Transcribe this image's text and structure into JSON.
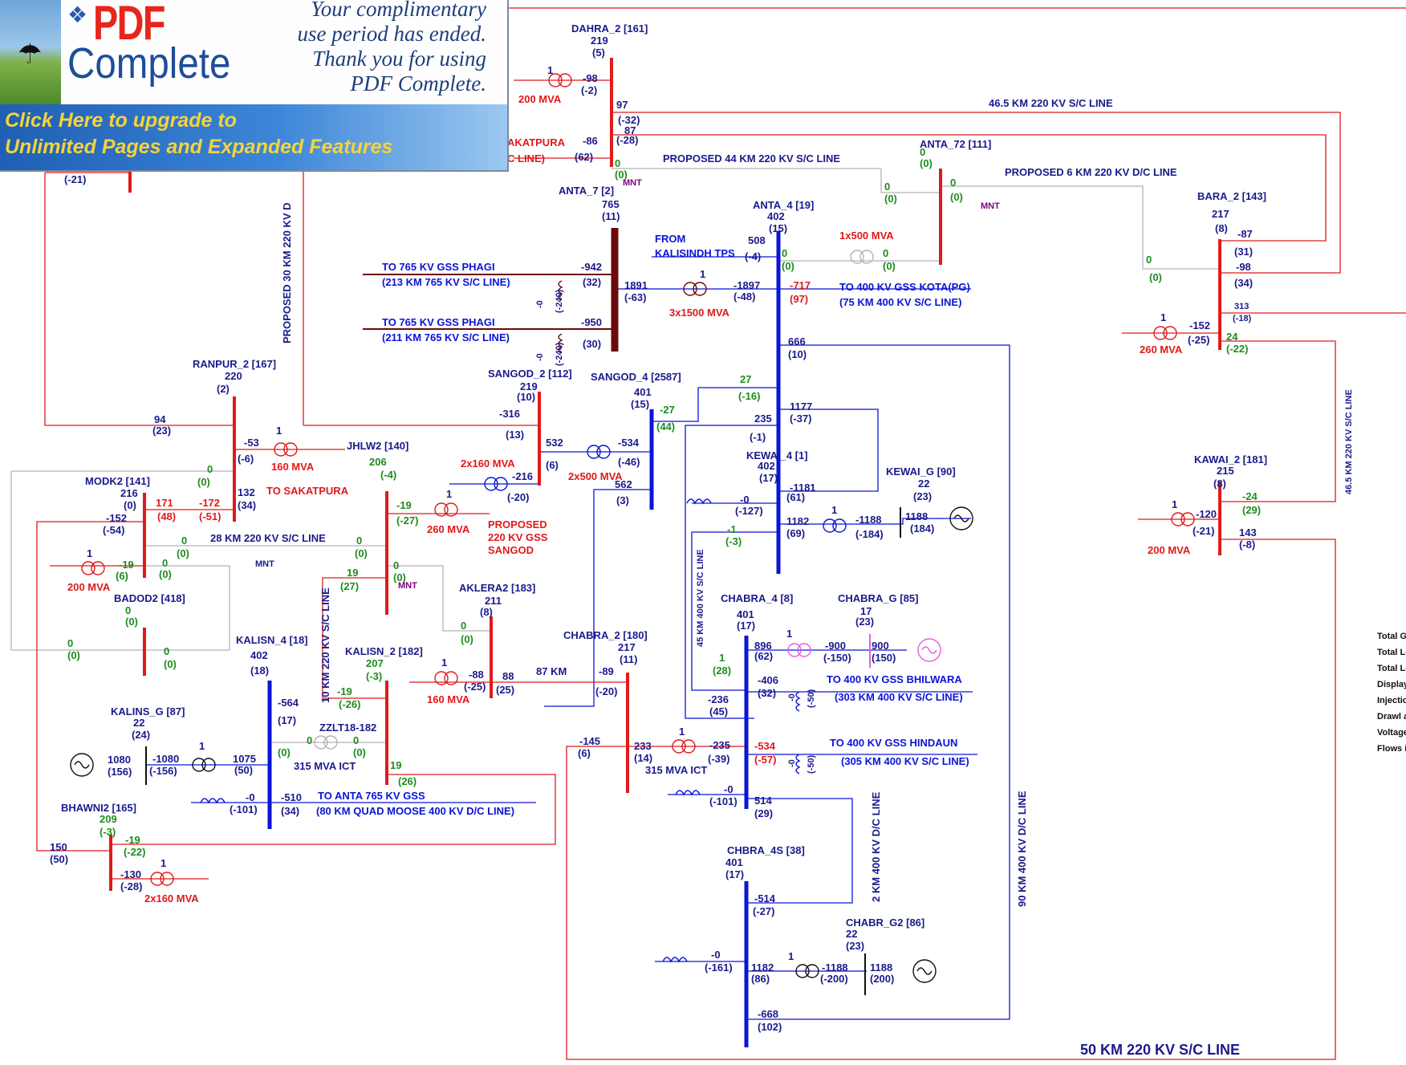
{
  "banner": {
    "logo_top": "PDF",
    "logo_bottom": "Complete",
    "message": [
      "Your complimentary",
      "use period has ended.",
      "Thank you for using",
      "PDF Complete."
    ],
    "upgrade": [
      "Click Here to upgrade to",
      "Unlimited Pages and Expanded Features"
    ]
  },
  "colors": {
    "kv765": "#6b0a0a",
    "kv400": "#0a14d8",
    "kv220": "#e01a1a",
    "label_blue": "#1a1a8c",
    "flow_green": "#1e8c1e",
    "mva_red": "#e01a1a",
    "off_line": "#b4b4b4",
    "gen_magenta": "#e060e0",
    "mnt": "#800080"
  },
  "labels": {
    "dahra_name": "DAHRA_2 [161]",
    "dahra_v": "219",
    "dahra_a": "(5)",
    "dahra_f1": "-98",
    "dahra_f1b": "(-2)",
    "dahra_tap": "1",
    "dahra_mva": "200 MVA",
    "dahra_97": "97",
    "dahra_m32": "(-32)",
    "dahra_87": "87",
    "dahra_m28": "(-28)",
    "sakatpura_f": "-86",
    "sakatpura_fb": "(62)",
    "sakatpura_lbl": "AKATPURA",
    "sakatpura_lbl2": "C LINE)",
    "dahra_0": "0",
    "dahra_0b": "(0)",
    "mnt": "MNT",
    "left_m21": "(-21)",
    "l_465": "46.5 KM 220 KV S/C LINE",
    "prop44": "PROPOSED 44 KM 220 KV S/C LINE",
    "anta72_name": "ANTA_72 [111]",
    "anta72_0": "0",
    "anta72_0b": "(0)",
    "anta72_p0": "0",
    "anta72_p0b": "(0)",
    "anta72_q0": "0",
    "anta72_q0b": "(0)",
    "prop6": "PROPOSED 6 KM 220 KV D/C LINE",
    "bara_name": "BARA_2 [143]",
    "bara_v": "217",
    "bara_a": "(8)",
    "bara_m87": "-87",
    "bara_31": "(31)",
    "bara_m98": "-98",
    "bara_34": "(34)",
    "bara_0": "0",
    "bara_0b": "(0)",
    "bara_313": "313",
    "bara_m18": "(-18)",
    "bara_tap": "1",
    "bara_m152": "-152",
    "bara_m25": "(-25)",
    "bara_24": "24",
    "bara_m22": "(-22)",
    "bara_mva": "260 MVA",
    "anta7_name": "ANTA_7 [2]",
    "anta7_v": "765",
    "anta7_a": "(11)",
    "anta4_name": "ANTA_4 [19]",
    "anta4_v": "402",
    "anta4_a": "(15)",
    "from": "FROM",
    "kalisindh": "KALISINDH TPS",
    "from_508": "508",
    "from_m4": "(-4)",
    "anta4_0": "0",
    "anta4_0b": "(0)",
    "ict1500": "1x500 MVA",
    "ict0": "0",
    "ict0b": "(0)",
    "phagi1": "TO 765 KV GSS PHAGI",
    "phagi1b": "(213 KM 765 KV S/C LINE)",
    "phagi1_f": "-942",
    "phagi1_q": "(32)",
    "phagi2": "TO 765 KV GSS PHAGI",
    "phagi2b": "(211 KM 765 KV S/C LINE)",
    "phagi2_f": "-950",
    "phagi2_q": "(30)",
    "reac_a": "-0",
    "reac_ab": "(-240)",
    "reac_b": "-0",
    "reac_bb": "(-240)",
    "t765_f": "1891",
    "t765_q": "(-63)",
    "t765_tap": "1",
    "t765_g": "-1897",
    "t765_gq": "(-48)",
    "t765_mva": "3x1500 MVA",
    "kota_f": "-717",
    "kota_q": "(97)",
    "kota1": "TO 400 KV GSS KOTA(PG)",
    "kota2": "(75 KM 400 KV S/C LINE)",
    "a4_666": "666",
    "a4_10": "(10)",
    "ranpur_name": "RANPUR_2 [167]",
    "ranpur_v": "220",
    "ranpur_a": "(2)",
    "sangod2_name": "SANGOD_2 [112]",
    "sangod2_v": "219",
    "sangod2_a": "(10)",
    "sangod4_name": "SANGOD_4 [2587]",
    "sangod4_v": "401",
    "sangod4_a": "(15)",
    "s_27": "27",
    "s_m16": "(-16)",
    "s_m27": "-27",
    "s_44": "(44)",
    "s_1177": "1177",
    "s_m37": "(-37)",
    "s_235": "235",
    "s_m1": "(-1)",
    "r_94": "94",
    "r_23": "(23)",
    "s2_m316": "-316",
    "s2_13": "(13)",
    "r_m53": "-53",
    "r_m6": "(-6)",
    "r_tap": "1",
    "r_mva": "160 MVA",
    "jhlw2": "JHLW2 [140]",
    "s2_532": "532",
    "s2_6": "(6)",
    "s4_m534": "-534",
    "s4_m46": "(-46)",
    "s4_mva": "2x500 MVA",
    "kewai4_name": "KEWAI_4 [1]",
    "kewai4_v": "402",
    "kewai4_a": "(17)",
    "kewai_m1181": "-1181",
    "kewai_61": "(61)",
    "kewaig_name": "KEWAI_G [90]",
    "kewaig_v": "22",
    "kewaig_a": "(23)",
    "modk2_name": "MODK2 [141]",
    "modk2_v": "216",
    "modk2_a": "(0)",
    "modk_0": "0",
    "modk_0b": "(0)",
    "jhlw_206": "206",
    "jhlw_m4": "(-4)",
    "s2_mva2": "2x160 MVA",
    "s2_m216": "-216",
    "s2_m20": "(-20)",
    "s4_562": "562",
    "s4_3": "(3)",
    "ranpur_132": "132",
    "ranpur_34": "(34)",
    "to_sakatpura": "TO SAKATPURA",
    "modk_171": "171",
    "modk_48": "(48)",
    "modk_m172": "-172",
    "modk_m51": "(-51)",
    "modk_m152": "-152",
    "modk_m54": "(-54)",
    "j_m19": "-19",
    "j_m27": "(-27)",
    "j_tap": "1",
    "j_mva": "260 MVA",
    "prop_a": "PROPOSED",
    "prop_b": "220 KV GSS",
    "prop_c": "SANGOD",
    "k4_m0": "-0",
    "k4_m127": "(-127)",
    "k4_1182": "1182",
    "k4_69": "(69)",
    "k4_tap": "1",
    "k4_m1188": "-1188",
    "k4_m184": "(-184)",
    "kg_1188": "1188",
    "kg_184": "(184)",
    "k4_m1": "-1",
    "k4_m3": "(-3)",
    "l28": "28 KM 220 KV S/C LINE",
    "l28_0": "0",
    "l28_0b": "(0)",
    "l28_0c": "0",
    "l28_0d": "(0)",
    "modk_tap": "1",
    "modk_m19": "-19",
    "modk_6": "(6)",
    "modk_0c": "0",
    "modk_0d": "(0)",
    "modk_mva": "200 MVA",
    "badod2_name": "BADOD2 [418]",
    "badod_0": "0",
    "badod_0b": "(0)",
    "badod_l0": "0",
    "badod_l0b": "(0)",
    "badod_r0": "0",
    "badod_r0b": "(0)",
    "j_19": "19",
    "j_27": "(27)",
    "j_0": "0",
    "j_0b": "(0)",
    "aklera_name": "AKLERA2 [183]",
    "aklera_v": "211",
    "aklera_a": "(8)",
    "aklera_0": "0",
    "aklera_0b": "(0)",
    "kewai_vline": "45 KM 400 KV S/C LINE",
    "chabra4_name": "CHABRA_4 [8]",
    "chabra4_v": "401",
    "chabra4_a": "(17)",
    "chabrag_name": "CHABRA_G [85]",
    "chabrag_v": "17",
    "chabrag_a": "(23)",
    "c4_896": "896",
    "c4_62": "(62)",
    "c4_tap": "1",
    "c4_m900": "-900",
    "c4_m150": "(-150)",
    "cg_900": "900",
    "cg_150": "(150)",
    "c4_1": "1",
    "c4_28": "(28)",
    "kalisn4_name": "KALISN_4 [18]",
    "kalisn4_v": "402",
    "kalisn4_a": "(18)",
    "kalisn2_name": "KALISN_2 [182]",
    "kalisn2_v": "207",
    "kalisn2_a": "(-3)",
    "l10": "10 KM 220 KV S/C LINE",
    "k2_tap": "1",
    "k2_m88": "-88",
    "k2_m25": "(-25)",
    "k2_88": "88",
    "k2_25": "(25)",
    "k2_mva": "160 MVA",
    "km87": "87 KM",
    "chabra2_name": "CHABRA_2 [180]",
    "chabra2_v": "217",
    "chabra2_a": "(11)",
    "c2_m89": "-89",
    "c2_m20": "(-20)",
    "bhilwara1": "TO 400 KV GSS BHILWARA",
    "bhilwara2": "(303 KM 400 KV S/C LINE)",
    "c4_m406": "-406",
    "c4_32": "(32)",
    "c4_r0": "-0",
    "c4_rq": "(-50)",
    "c4_m236": "-236",
    "c4_45": "(45)",
    "kalinsg_name": "KALINS_G [87]",
    "kalinsg_v": "22",
    "kalinsg_a": "(24)",
    "k4_m564": "-564",
    "k4_17": "(17)",
    "k2_m19": "-19",
    "k2_m26": "(-26)",
    "zz_name": "ZZLT18-182",
    "zz_0": "0",
    "zz_0b": "(0)",
    "zz_0c": "0",
    "zz_0d": "(0)",
    "zz_mva": "315 MVA ICT",
    "kg_1080": "1080",
    "kg_156": "(156)",
    "kg_tap": "1",
    "kg_m1080": "-1080",
    "kg_m156": "(-156)",
    "kg_1075": "1075",
    "kg_50": "(50)",
    "k2_19": "19",
    "k2_26": "(26)",
    "c2_m145": "-145",
    "c2_6": "(6)",
    "c2_233": "233",
    "c2_14": "(14)",
    "c2_tap": "1",
    "c2_m235": "-235",
    "c2_m39": "(-39)",
    "c2_mva": "315 MVA ICT",
    "hind_m534": "-534",
    "hind_m57": "(-57)",
    "hind_r0": "-0",
    "hind_rq": "(-50)",
    "hindaun1": "TO 400 KV GSS HINDAUN",
    "hindaun2": "(305 KM 400 KV S/C LINE)",
    "l90": "90 KM 400 KV D/C LINE",
    "anta765_1": "TO ANTA 765 KV GSS",
    "anta765_2": "(80 KM QUAD MOOSE 400 KV D/C LINE)",
    "k4_r0": "-0",
    "k4_r101": "(-101)",
    "k4_m510": "-510",
    "k4_34": "(34)",
    "c4_b0": "-0",
    "c4_b101": "(-101)",
    "c4_514": "514",
    "c4_29": "(29)",
    "l2km": "2 KM 400 KV D/C LINE",
    "bhawni_name": "BHAWNI2 [165]",
    "bhawni_v": "209",
    "bhawni_a": "(-3)",
    "bh_150": "150",
    "bh_50": "(50)",
    "bh_m19": "-19",
    "bh_m22": "(-22)",
    "bh_tap": "1",
    "bh_m130": "-130",
    "bh_m28": "(-28)",
    "bh_mva": "2x160 MVA",
    "chbra4s_name": "CHBRA_4S [38]",
    "chbra4s_v": "401",
    "chbra4s_a": "(17)",
    "cs_m514": "-514",
    "cs_m27": "(-27)",
    "chabrg2_name": "CHABR_G2 [86]",
    "chabrg2_v": "22",
    "chabrg2_a": "(23)",
    "cs_r0": "-0",
    "cs_r161": "(-161)",
    "cs_1182": "1182",
    "cs_86": "(86)",
    "cs_tap": "1",
    "cs_m1188": "-1188",
    "cs_m200": "(-200)",
    "cg2_1188": "1188",
    "cg2_200": "(200)",
    "cs_m668": "-668",
    "cs_102": "(102)",
    "l50": "50 KM 220 KV S/C LINE",
    "kawai_name": "KAWAI_2 [181]",
    "kawai_v": "215",
    "kawai_a": "(8)",
    "kw_tap": "1",
    "kw_m120": "-120",
    "kw_m21": "(-21)",
    "kw_m24": "-24",
    "kw_29": "(29)",
    "kw_143": "143",
    "kw_m8": "(-8)",
    "kw_mva": "200 MVA",
    "l465v": "46.5 KM 220 KV S/C LINE",
    "lvert30": "PROPOSED 30 KM 220 KV D",
    "leg1": "Total Gen. :",
    "leg2": "Total Load",
    "leg3": "Total Loss",
    "leg4": "Display Not",
    "leg5": "Injection int",
    "leg6": "Drawl away",
    "leg7": "Voltage Mag",
    "leg8": "Flows in MV"
  }
}
